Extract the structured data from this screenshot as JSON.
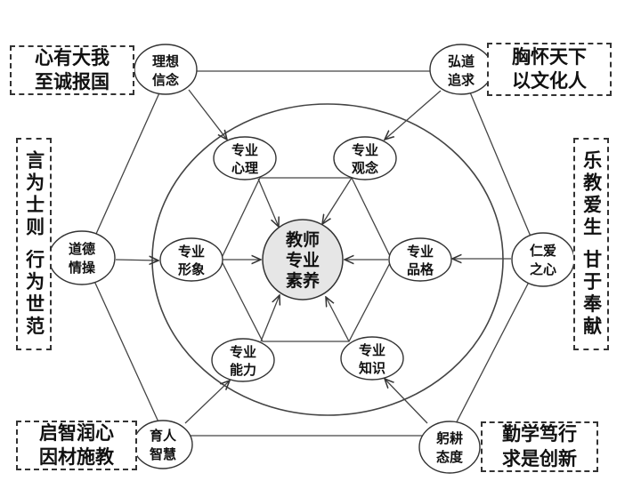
{
  "center": {
    "line1": "教师",
    "line2": "专业",
    "line3": "素养"
  },
  "inner_nodes": [
    {
      "id": "psychology",
      "line1": "专业",
      "line2": "心理"
    },
    {
      "id": "concept",
      "line1": "专业",
      "line2": "观念"
    },
    {
      "id": "image",
      "line1": "专业",
      "line2": "形象"
    },
    {
      "id": "character",
      "line1": "专业",
      "line2": "品格"
    },
    {
      "id": "ability",
      "line1": "专业",
      "line2": "能力"
    },
    {
      "id": "knowledge",
      "line1": "专业",
      "line2": "知识"
    }
  ],
  "outer_nodes": [
    {
      "id": "ideals",
      "line1": "理想",
      "line2": "信念"
    },
    {
      "id": "pursuit",
      "line1": "弘道",
      "line2": "追求"
    },
    {
      "id": "morality",
      "line1": "道德",
      "line2": "情操"
    },
    {
      "id": "benevolence",
      "line1": "仁爱",
      "line2": "之心"
    },
    {
      "id": "wisdom",
      "line1": "育人",
      "line2": "智慧"
    },
    {
      "id": "attitude",
      "line1": "躬耕",
      "line2": "态度"
    }
  ],
  "mottos": {
    "top_left": {
      "line1": "心有大我",
      "line2": "至诚报国"
    },
    "top_right": {
      "line1": "胸怀天下",
      "line2": "以文化人"
    },
    "left": "言为士则 行为世范",
    "right": "乐教爱生 甘于奉献",
    "bottom_left": {
      "line1": "启智润心",
      "line2": "因材施教"
    },
    "bottom_right": {
      "line1": "勤学笃行",
      "line2": "求是创新"
    }
  }
}
